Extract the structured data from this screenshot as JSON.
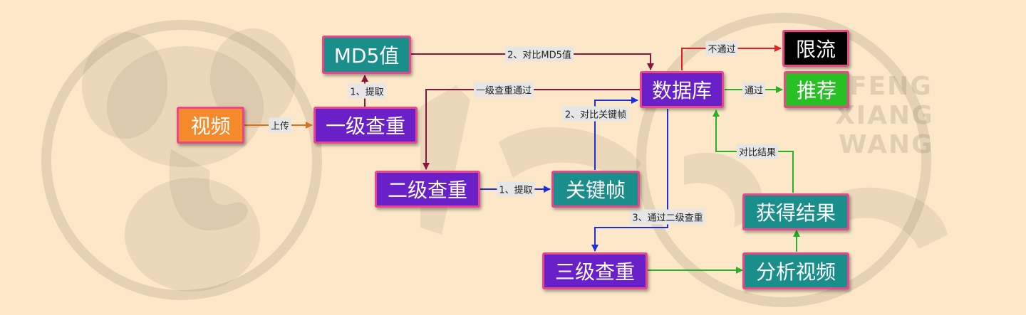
{
  "nodes": {
    "video": "视频",
    "level1": "一级查重",
    "md5": "MD5值",
    "database": "数据库",
    "limit": "限流",
    "recommend": "推荐",
    "level2": "二级查重",
    "keyframe": "关键帧",
    "level3": "三级查重",
    "analyze": "分析视频",
    "result": "获得结果"
  },
  "edge_labels": {
    "upload": "上传",
    "extract_md5": "1、提取",
    "compare_md5": "2、对比MD5值",
    "fail": "不通过",
    "pass": "通过",
    "level1_pass": "一级查重通过",
    "extract_kf": "1、提取",
    "compare_kf": "2、对比关键帧",
    "level2_pass": "3、通过二级查重",
    "compare_result": "对比结果"
  },
  "watermark": {
    "line1": "FENG",
    "line2": "XIANG",
    "line3": "WANG"
  },
  "colors": {
    "background": "#fce8c8",
    "node_border": "#e8488a",
    "purple": "#6a20c8",
    "teal": "#1a8e8a",
    "orange": "#f58a2c",
    "green": "#28c024",
    "dark_red": "#8c1440",
    "red": "#e82020",
    "blue": "#1a30e0",
    "edge_orange": "#d87020",
    "edge_green": "#28b028"
  }
}
